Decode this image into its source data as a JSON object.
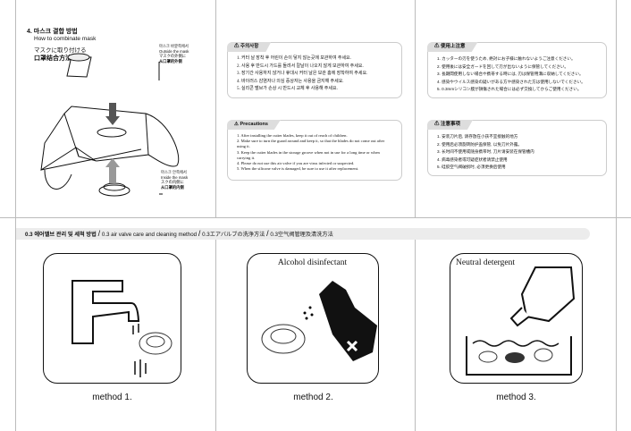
{
  "combine": {
    "title": "4. 마스크 결합 방법",
    "en": "How to combinate mask",
    "jp": "マスクに取り付ける",
    "cn": "口罩结合方法",
    "outside": [
      "마스크 바깥쪽에서",
      "Outside the mask",
      "マスクの外側に",
      "从口罩的外侧"
    ],
    "inside": [
      "마스크 안쪽에서",
      "Inside the mask",
      "スクの内側に",
      "从口罩的内侧"
    ]
  },
  "cautions": [
    {
      "tag": "주의사항",
      "items": [
        "1. 커터 날 장착 후 어린이 손이 닿지 않는곳에 보관하여 주세요.",
        "2. 사용 후 반드시 가드를 돌려서 칼날이 나오지 않게 보관하여 주세요.",
        "3. 장기간 사용하지 않거나 휴대시 커터 날은 보관 홈에 장착하여 주세요.",
        "4. 바이러스 감염자나 의심 증상자는 사용을 금지해 주세요.",
        "5. 실리콘 밸브가 손상 시 반드시 교체 후 사용해 주세요."
      ]
    },
    {
      "tag": "Precautions",
      "items": [
        "1. After installing the cutter blades, keep it out of reach of children.",
        "2. Make sure to turn the guard around and keep it, so that the blades do not come out after using it.",
        "3. Keep the cutter blades in the storage groove when not in use for a long time or when carrying it.",
        "4. Please do not use this air valve if you are virus infected or suspected.",
        "5. When the silicone valve is damaged, be sure to use it after replacement."
      ]
    },
    {
      "tag": "使用上注意",
      "items": [
        "1. カッターの刃を使うため, 絶対にお子様に触れないようご注意ください。",
        "2. 使用後には安全ガードを回して刃が出ないように保管してください。",
        "3. 長期間使用しない場合や携帯する時には, 刃は保管用溝に収納してください。",
        "4. 感染やウイルス感染の疑いがある方や感染された方は使用しないでください。",
        "5. 0.3mmシリコン膜が損傷された場合には必ず交換してからご使用ください。"
      ]
    },
    {
      "tag": "注意事项",
      "items": [
        "1. 安装刀片后, 请存放在小孩不宜接触的地方",
        "2. 使用后必须旋转防护盖保管, 以免刀片外露。",
        "3. 长时间不使用或随身携带时, 刀片请安装在保管槽内",
        "4. 病毒感染者或可疑症状者请禁止使用",
        "5. 硅胶空气阀破损时, 必须更换后使用"
      ]
    }
  ],
  "cleaning": {
    "header": [
      "0.3 에어밸브 관리 및 세척 방법",
      "0.3 air valve care and cleaning method",
      "0.3エアバルブの洗浄方法",
      "0.3空气阀管理及清洗方法"
    ],
    "separator": "/",
    "methods": [
      {
        "label": "method 1.",
        "caption": ""
      },
      {
        "label": "method 2.",
        "caption": "Alcohol disinfectant"
      },
      {
        "label": "method 3.",
        "caption": "Neutral detergent"
      }
    ]
  }
}
